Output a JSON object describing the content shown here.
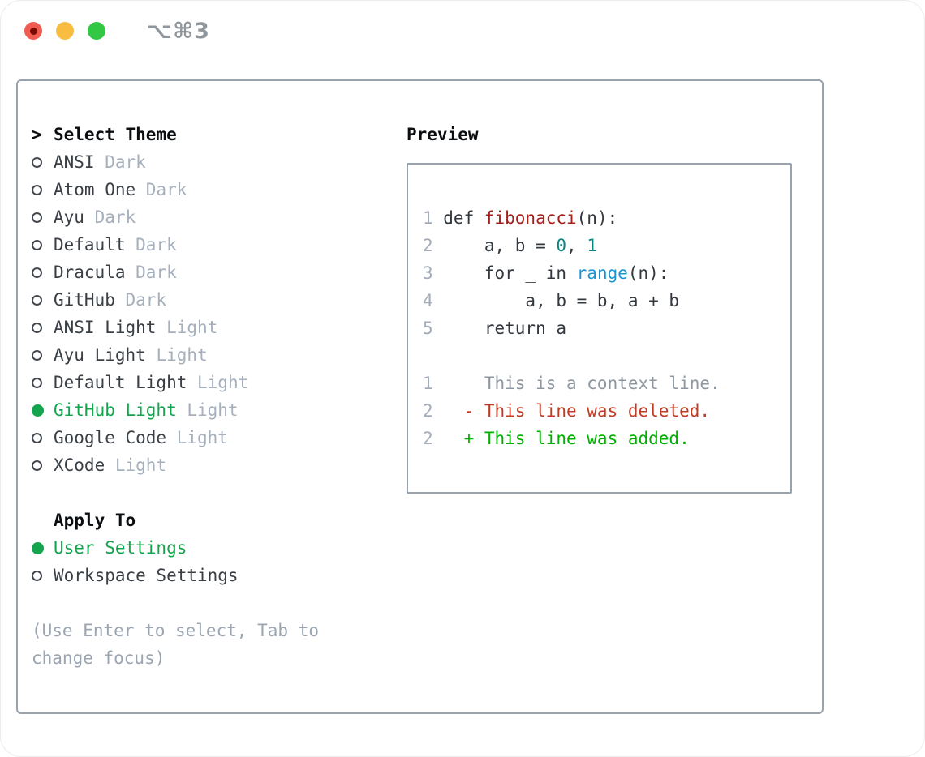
{
  "titlebar": {
    "shortcut": "⌥⌘3",
    "buttons": [
      {
        "name": "close-button"
      },
      {
        "name": "minimize-button"
      },
      {
        "name": "zoom-button"
      }
    ]
  },
  "theme_selector": {
    "heading_prefix": ">",
    "heading": "Select Theme",
    "items": [
      {
        "label": "ANSI",
        "tag": "Dark",
        "selected": false
      },
      {
        "label": "Atom One",
        "tag": "Dark",
        "selected": false
      },
      {
        "label": "Ayu",
        "tag": "Dark",
        "selected": false
      },
      {
        "label": "Default",
        "tag": "Dark",
        "selected": false
      },
      {
        "label": "Dracula",
        "tag": "Dark",
        "selected": false
      },
      {
        "label": "GitHub",
        "tag": "Dark",
        "selected": false
      },
      {
        "label": "ANSI Light",
        "tag": "Light",
        "selected": false
      },
      {
        "label": "Ayu Light",
        "tag": "Light",
        "selected": false
      },
      {
        "label": "Default Light",
        "tag": "Light",
        "selected": false
      },
      {
        "label": "GitHub Light",
        "tag": "Light",
        "selected": true
      },
      {
        "label": "Google Code",
        "tag": "Light",
        "selected": false
      },
      {
        "label": "XCode",
        "tag": "Light",
        "selected": false
      }
    ],
    "apply_to": {
      "heading": "Apply To",
      "options": [
        {
          "label": "User Settings",
          "selected": true
        },
        {
          "label": "Workspace Settings",
          "selected": false
        }
      ]
    },
    "hint": "(Use Enter to select, Tab to change focus)"
  },
  "preview": {
    "heading": "Preview",
    "code_lines": [
      {
        "num": "1",
        "tokens": [
          {
            "t": "def ",
            "c": "plain"
          },
          {
            "t": "fibonacci",
            "c": "title"
          },
          {
            "t": "(n):",
            "c": "plain"
          }
        ]
      },
      {
        "num": "2",
        "tokens": [
          {
            "t": "    a, b = ",
            "c": "plain"
          },
          {
            "t": "0",
            "c": "number"
          },
          {
            "t": ", ",
            "c": "plain"
          },
          {
            "t": "1",
            "c": "number"
          }
        ]
      },
      {
        "num": "3",
        "tokens": [
          {
            "t": "    for _ in ",
            "c": "plain"
          },
          {
            "t": "range",
            "c": "builtin"
          },
          {
            "t": "(n):",
            "c": "plain"
          }
        ]
      },
      {
        "num": "4",
        "tokens": [
          {
            "t": "        a, b = b, a + b",
            "c": "plain"
          }
        ]
      },
      {
        "num": "5",
        "tokens": [
          {
            "t": "    return a",
            "c": "plain"
          }
        ]
      },
      {
        "num": "",
        "tokens": []
      },
      {
        "num": "1",
        "tokens": [
          {
            "t": "    This is a context line.",
            "c": "context"
          }
        ]
      },
      {
        "num": "2",
        "tokens": [
          {
            "t": "  - This line was deleted.",
            "c": "deletion"
          }
        ]
      },
      {
        "num": "2",
        "tokens": [
          {
            "t": "  + This line was added.",
            "c": "addition"
          }
        ]
      }
    ]
  },
  "colors": {
    "ui-green": "#13a44d",
    "title-red": "#a3201a",
    "number-teal": "#0f8282",
    "builtin-blue": "#1b95d2",
    "deletion-red": "#c23a21",
    "addition-green": "#00b000",
    "traffic-red": "#f05c51",
    "traffic-yellow": "#f8bd40",
    "traffic-green": "#32c844"
  }
}
